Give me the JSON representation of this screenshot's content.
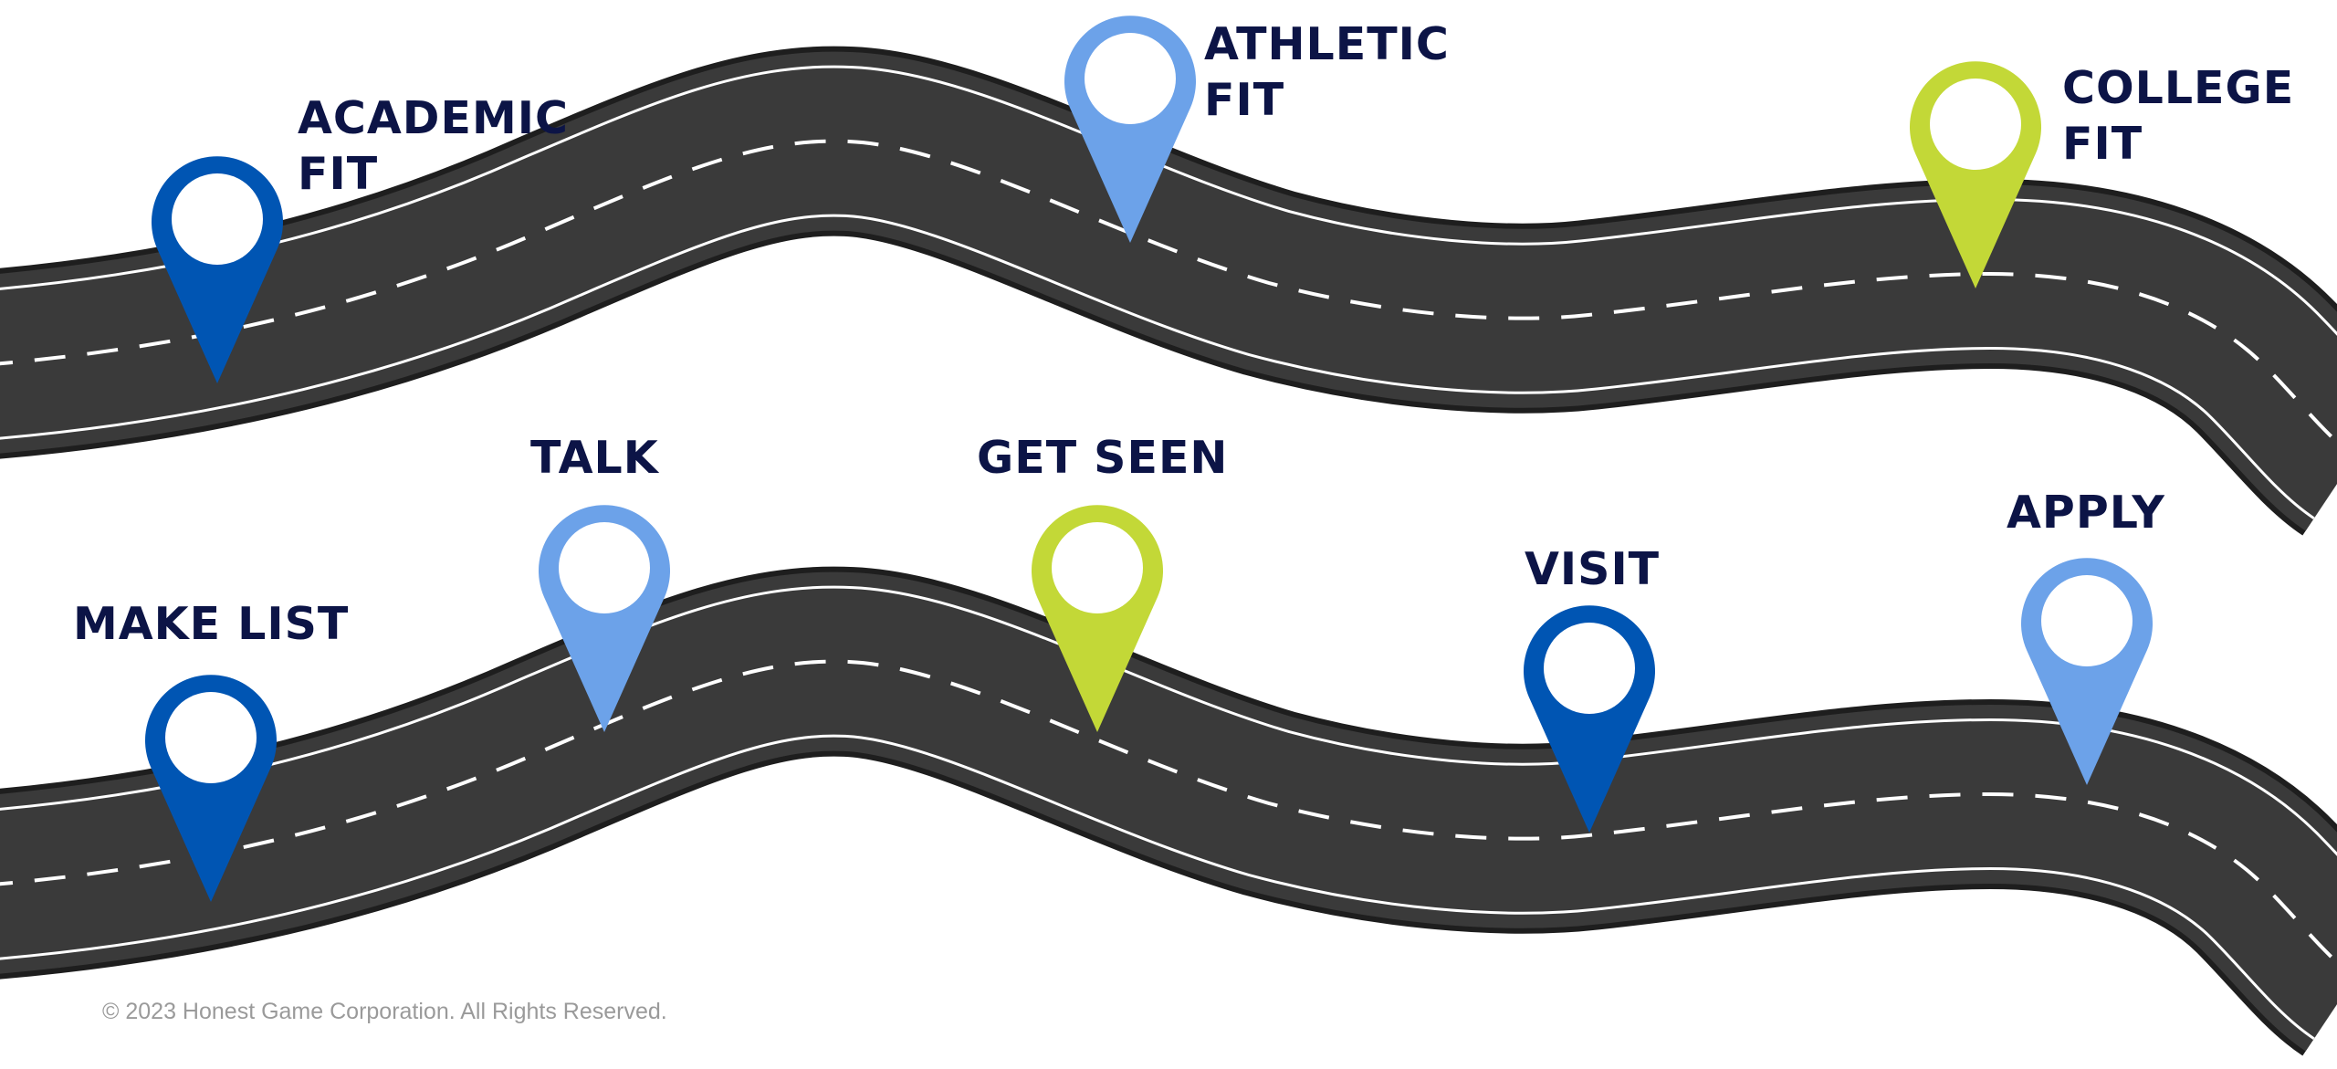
{
  "roadmap": {
    "milestones": [
      {
        "id": "academic-fit",
        "lines": [
          "ACADEMIC",
          "FIT"
        ],
        "color": "#0055b3"
      },
      {
        "id": "athletic-fit",
        "lines": [
          "ATHLETIC",
          "FIT"
        ],
        "color": "#6ca2e9"
      },
      {
        "id": "college-fit",
        "lines": [
          "COLLEGE",
          "FIT"
        ],
        "color": "#c3d837"
      },
      {
        "id": "make-list",
        "lines": [
          "MAKE LIST"
        ],
        "color": "#0055b3"
      },
      {
        "id": "talk",
        "lines": [
          "TALK"
        ],
        "color": "#6ca2e9"
      },
      {
        "id": "get-seen",
        "lines": [
          "GET SEEN"
        ],
        "color": "#c3d837"
      },
      {
        "id": "visit",
        "lines": [
          "VISIT"
        ],
        "color": "#0055b3"
      },
      {
        "id": "apply",
        "lines": [
          "APPLY"
        ],
        "color": "#6ca2e9"
      }
    ],
    "road_color": "#3a3a3a",
    "text_color": "#0c1446"
  },
  "footer": {
    "copyright": "© 2023 Honest Game Corporation. All Rights Reserved."
  }
}
